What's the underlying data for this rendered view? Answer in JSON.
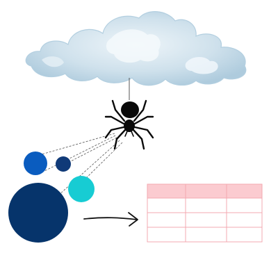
{
  "cloud": {
    "fill": "#c9dde9",
    "fill_light": "#e6eff5",
    "edge": "#9fc0d6"
  },
  "spider": {
    "color": "#0a0a0a",
    "thread_color": "#555555"
  },
  "circles": [
    {
      "name": "circle-medium-blue",
      "color": "#0a5cbf"
    },
    {
      "name": "circle-small-navy",
      "color": "#103a78"
    },
    {
      "name": "circle-cyan",
      "color": "#17ccd3"
    },
    {
      "name": "circle-large-navy",
      "color": "#06346b"
    }
  ],
  "arrow": {
    "color": "#111111"
  },
  "table": {
    "header_fill": "#fbcbd0",
    "border": "#f3a9b1",
    "columns": 3,
    "body_rows": 3
  }
}
